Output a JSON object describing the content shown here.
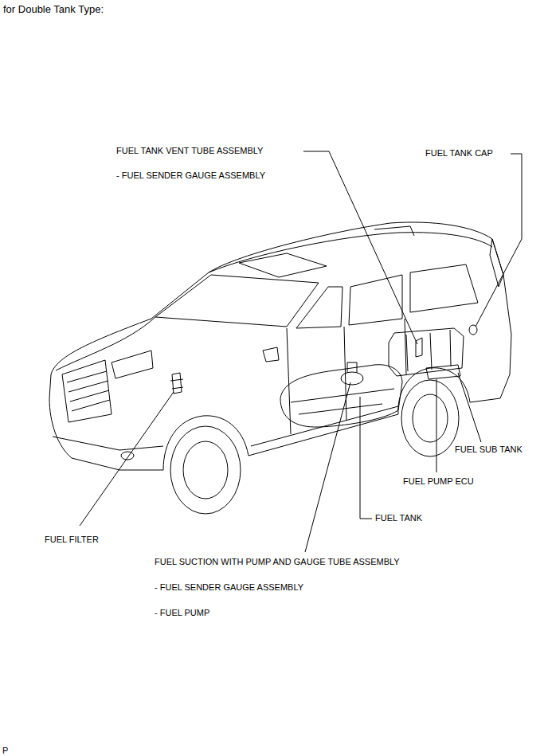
{
  "diagram": {
    "title": "for Double Tank Type:",
    "labels": [
      "FUEL TANK VENT TUBE ASSEMBLY",
      "- FUEL SENDER GAUGE ASSEMBLY",
      "FUEL TANK CAP",
      "FUEL SUB TANK",
      "FUEL PUMP ECU",
      "FUEL TANK",
      "FUEL FILTER",
      "FUEL SUCTION WITH PUMP AND GAUGE TUBE ASSEMBLY",
      "- FUEL SENDER GAUGE ASSEMBLY",
      "- FUEL PUMP",
      "P"
    ]
  }
}
